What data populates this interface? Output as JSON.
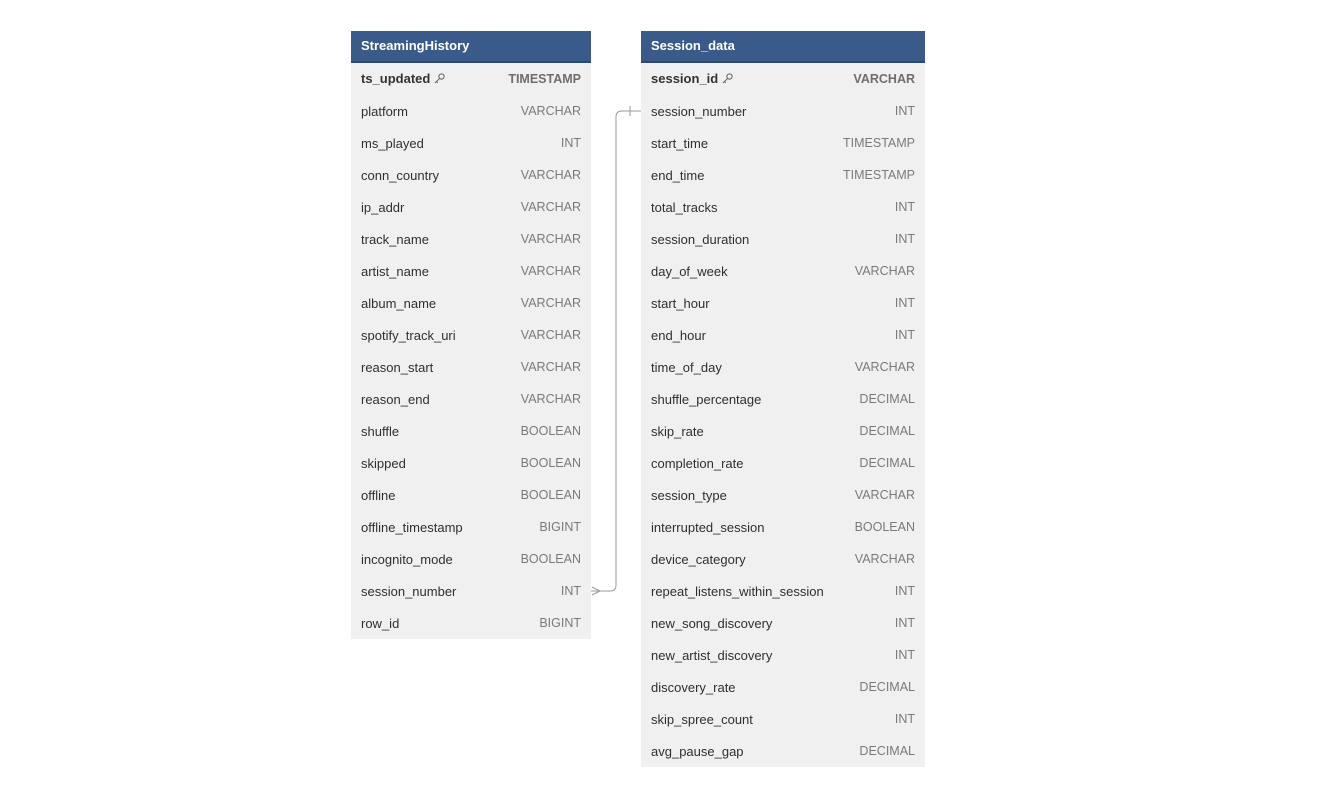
{
  "tables": [
    {
      "name": "StreamingHistory",
      "columns": [
        {
          "name": "ts_updated",
          "type": "TIMESTAMP",
          "pk": true
        },
        {
          "name": "platform",
          "type": "VARCHAR"
        },
        {
          "name": "ms_played",
          "type": "INT"
        },
        {
          "name": "conn_country",
          "type": "VARCHAR"
        },
        {
          "name": "ip_addr",
          "type": "VARCHAR"
        },
        {
          "name": "track_name",
          "type": "VARCHAR"
        },
        {
          "name": "artist_name",
          "type": "VARCHAR"
        },
        {
          "name": "album_name",
          "type": "VARCHAR"
        },
        {
          "name": "spotify_track_uri",
          "type": "VARCHAR"
        },
        {
          "name": "reason_start",
          "type": "VARCHAR"
        },
        {
          "name": "reason_end",
          "type": "VARCHAR"
        },
        {
          "name": "shuffle",
          "type": "BOOLEAN"
        },
        {
          "name": "skipped",
          "type": "BOOLEAN"
        },
        {
          "name": "offline",
          "type": "BOOLEAN"
        },
        {
          "name": "offline_timestamp",
          "type": "BIGINT"
        },
        {
          "name": "incognito_mode",
          "type": "BOOLEAN"
        },
        {
          "name": "session_number",
          "type": "INT"
        },
        {
          "name": "row_id",
          "type": "BIGINT"
        }
      ]
    },
    {
      "name": "Session_data",
      "columns": [
        {
          "name": "session_id",
          "type": "VARCHAR",
          "pk": true
        },
        {
          "name": "session_number",
          "type": "INT"
        },
        {
          "name": "start_time",
          "type": "TIMESTAMP"
        },
        {
          "name": "end_time",
          "type": "TIMESTAMP"
        },
        {
          "name": "total_tracks",
          "type": "INT"
        },
        {
          "name": "session_duration",
          "type": "INT"
        },
        {
          "name": "day_of_week",
          "type": "VARCHAR"
        },
        {
          "name": "start_hour",
          "type": "INT"
        },
        {
          "name": "end_hour",
          "type": "INT"
        },
        {
          "name": "time_of_day",
          "type": "VARCHAR"
        },
        {
          "name": "shuffle_percentage",
          "type": "DECIMAL"
        },
        {
          "name": "skip_rate",
          "type": "DECIMAL"
        },
        {
          "name": "completion_rate",
          "type": "DECIMAL"
        },
        {
          "name": "session_type",
          "type": "VARCHAR"
        },
        {
          "name": "interrupted_session",
          "type": "BOOLEAN"
        },
        {
          "name": "device_category",
          "type": "VARCHAR"
        },
        {
          "name": "repeat_listens_within_session",
          "type": "INT"
        },
        {
          "name": "new_song_discovery",
          "type": "INT"
        },
        {
          "name": "new_artist_discovery",
          "type": "INT"
        },
        {
          "name": "discovery_rate",
          "type": "DECIMAL"
        },
        {
          "name": "skip_spree_count",
          "type": "INT"
        },
        {
          "name": "avg_pause_gap",
          "type": "DECIMAL"
        }
      ]
    }
  ],
  "relationships": [
    {
      "from_table": "StreamingHistory",
      "from_column": "session_number",
      "from_cardinality": "many",
      "to_table": "Session_data",
      "to_column": "session_number",
      "to_cardinality": "one"
    }
  ],
  "icons": {
    "primary_key": "key-icon"
  },
  "colors": {
    "header_bg": "#3a5a89",
    "body_bg": "#f0f0f0",
    "connector": "#9a9a9a"
  }
}
